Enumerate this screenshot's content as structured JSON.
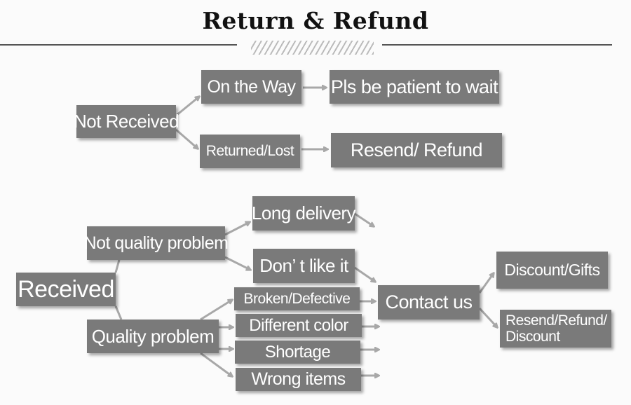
{
  "title": "Return & Refund",
  "nodes": {
    "not_received": "Not Received",
    "on_the_way": "On the Way",
    "pls_wait": "Pls be patient to wait",
    "returned_lost": "Returned/Lost",
    "resend_refund": "Resend/ Refund",
    "received": "Received",
    "not_quality": "Not quality problem",
    "long_delivery": "Long delivery",
    "dont_like": "Don’ t like it",
    "quality": "Quality problem",
    "broken": "Broken/Defective",
    "different_color": "Different color",
    "shortage": "Shortage",
    "wrong_items": "Wrong items",
    "contact_us": "Contact us",
    "discount_gifts": "Discount/Gifts",
    "resend_refund_discount_1": "Resend/Refund/",
    "resend_refund_discount_2": "Discount"
  },
  "colors": {
    "box": "#7a7a7a",
    "arrow": "#a8a8a8",
    "text": "#ffffff"
  }
}
